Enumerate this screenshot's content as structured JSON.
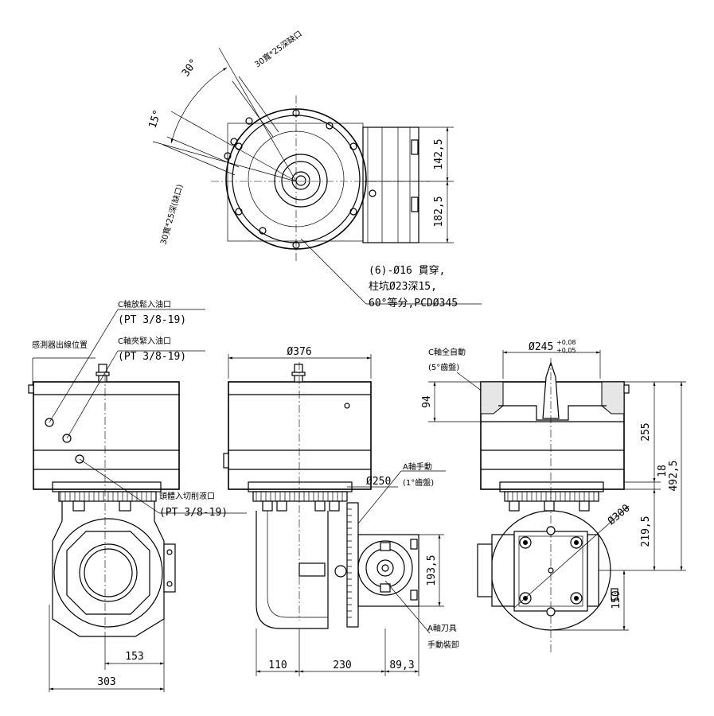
{
  "top_view": {
    "angle_30": "30°",
    "angle_15": "15°",
    "port_upper": "30寬*25深缺口",
    "port_lower": "30寬*25深(缺口)",
    "dim_1425": "142,5",
    "dim_1825": "182,5",
    "note_line1": "(6)-Ø16 貫穿,",
    "note_line2": "柱坑Ø23深15,",
    "note_line3": "60°等分,PCDØ345"
  },
  "left_view": {
    "sensor": "感測器出線位置",
    "c_release": "C軸放鬆入油口",
    "c_release_pt": "(PT 3/8-19)",
    "c_clamp": "C軸夾緊入油口",
    "c_clamp_pt": "(PT 3/8-19)",
    "coolant": "頭體入切削液口",
    "coolant_pt": "(PT 3/8-19)",
    "dim_153": "153",
    "dim_303": "303"
  },
  "middle_view": {
    "dim_376": "Ø376",
    "dim_250": "Ø250",
    "a_manual": "A軸手動",
    "a_manual_sub": "(1°齒盤)",
    "dim_1935": "193,5",
    "dim_110": "110",
    "dim_230": "230",
    "dim_893": "89,3",
    "a_tool": "A軸刀具",
    "a_tool_sub": "手動裝卸"
  },
  "right_view": {
    "c_auto": "C軸全自動",
    "c_auto_sub": "(5°齒盤)",
    "dim_245": "Ø245",
    "tol_upper": "+0,08",
    "tol_lower": "+0,05",
    "dim_94": "94",
    "dim_255": "255",
    "dim_18": "18",
    "dim_4925": "492,5",
    "dim_2195": "219,5",
    "dim_300": "Ø300",
    "dim_150": "150"
  }
}
